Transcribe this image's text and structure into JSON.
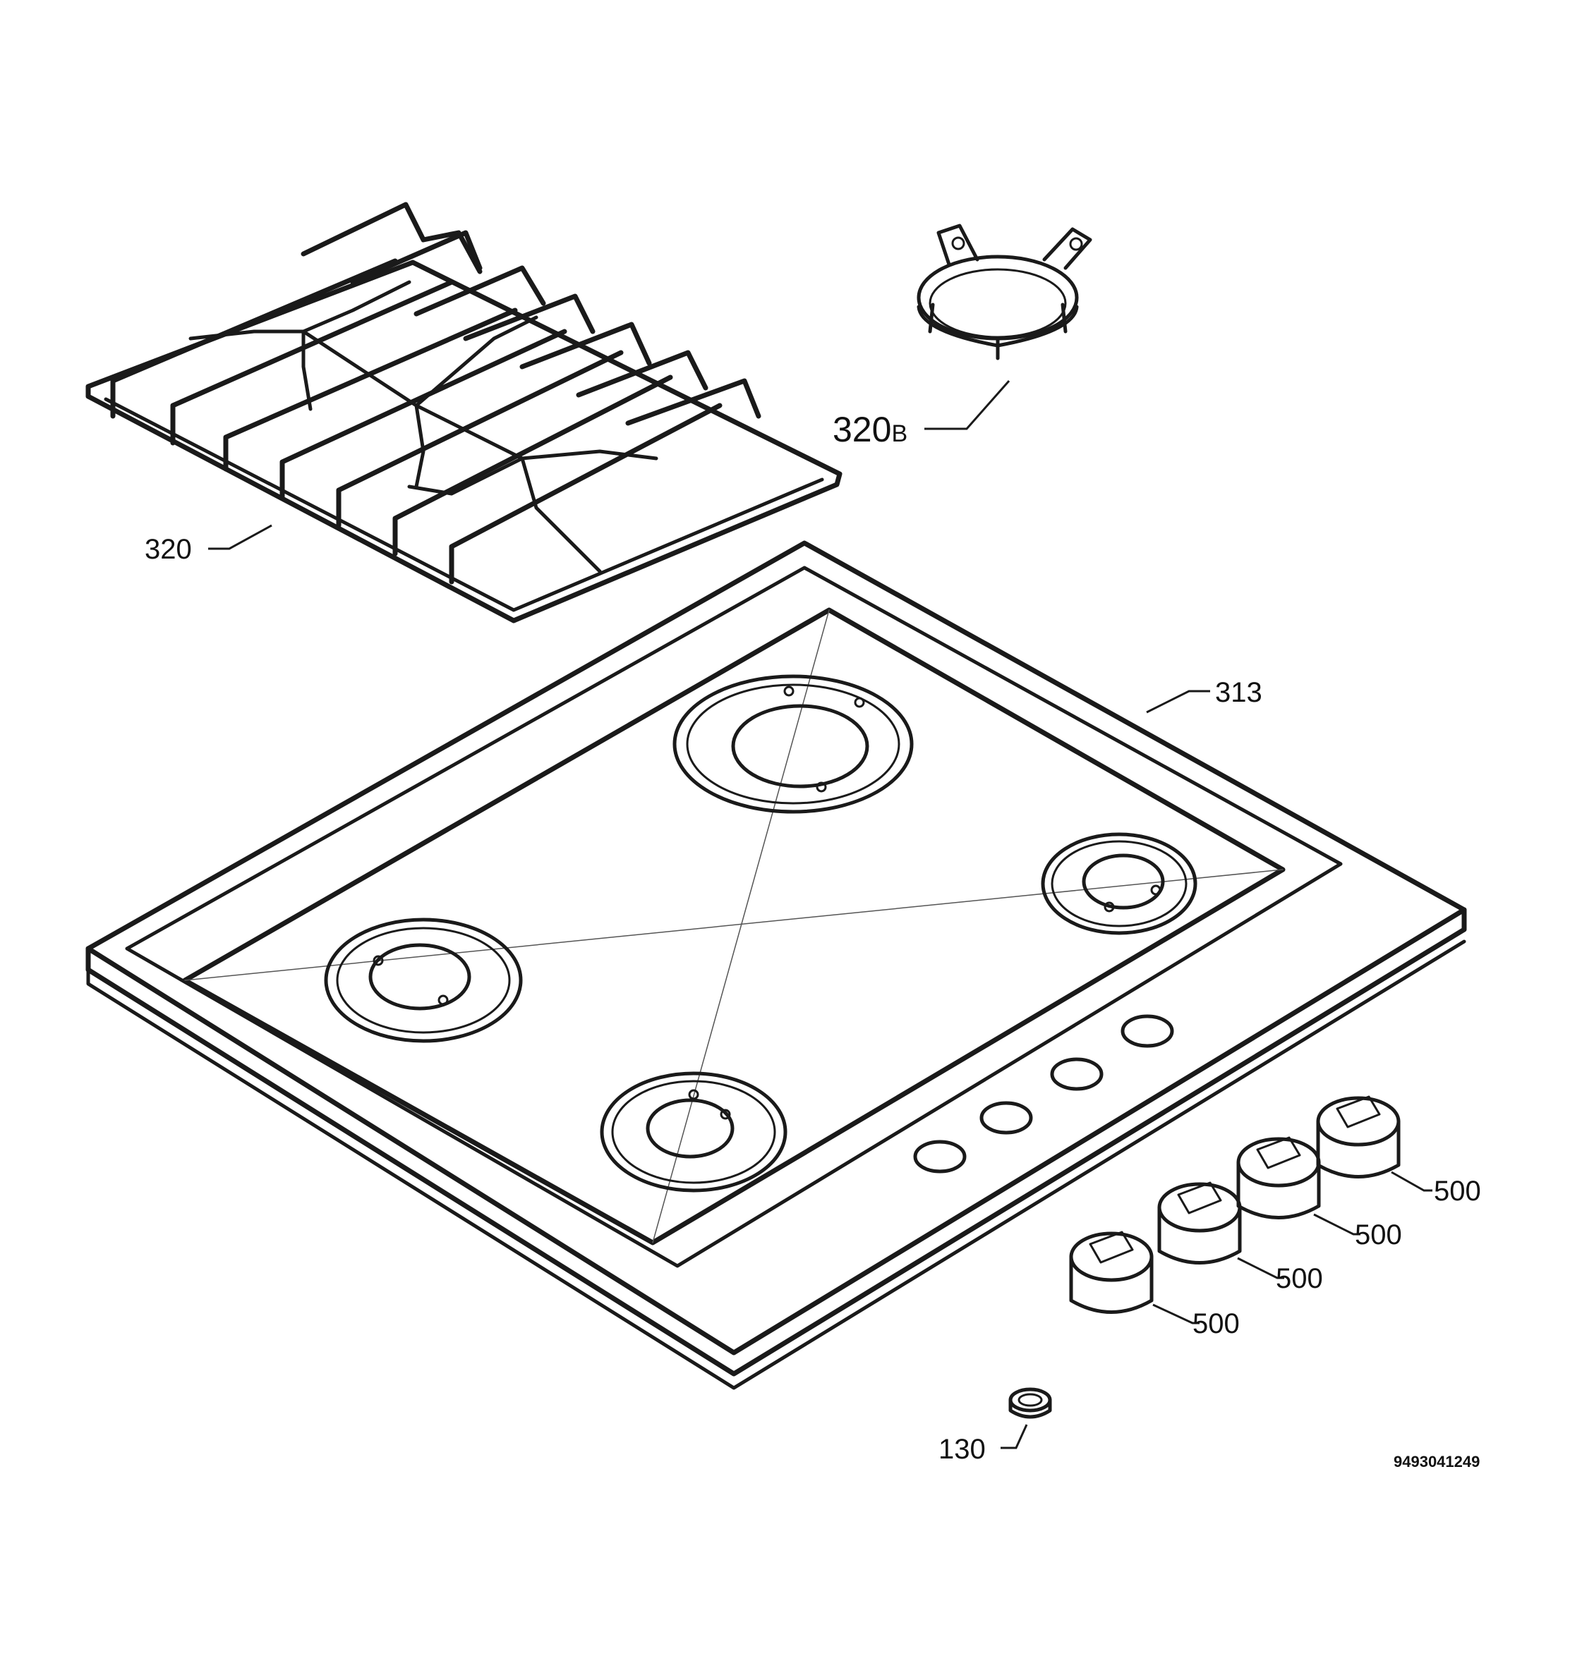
{
  "parts": {
    "pan_support": "320",
    "wok_ring_number": "320",
    "wok_ring_suffix": "B",
    "hob_top": "313",
    "knob_1": "500",
    "knob_2": "500",
    "knob_3": "500",
    "knob_4": "500",
    "nut": "130"
  },
  "drawing_code": "9493041249"
}
